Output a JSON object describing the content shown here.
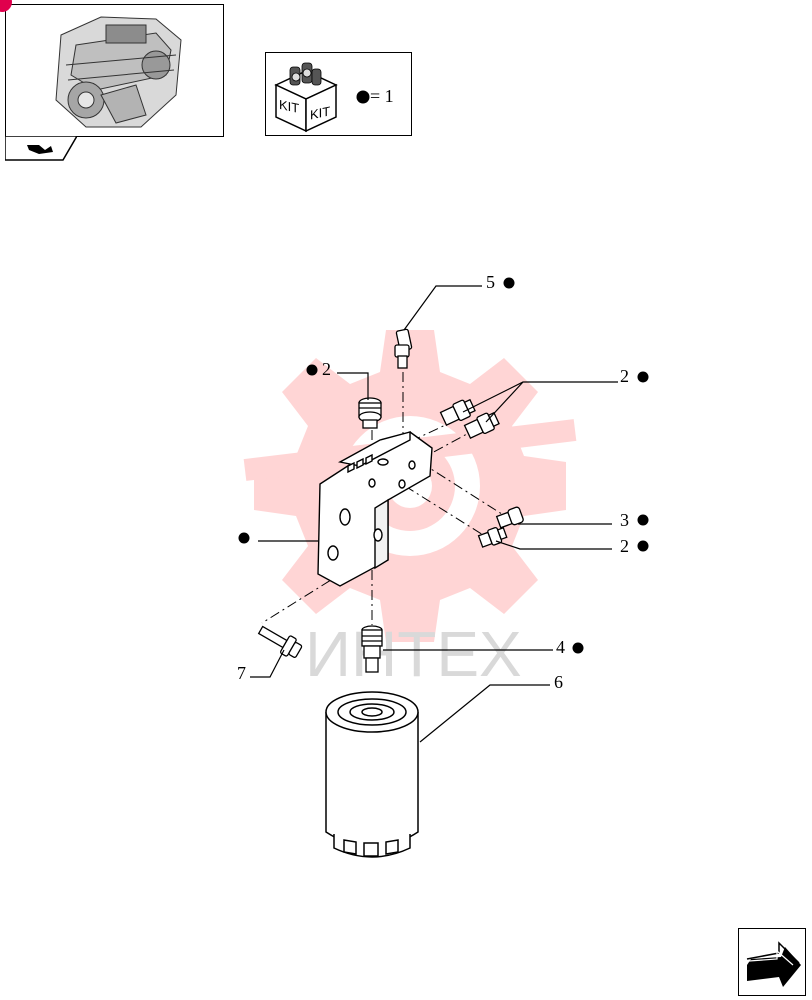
{
  "thumbnail": {
    "icon": "engine-assembly-icon",
    "tab_icon": "forward-arrow-icon"
  },
  "legend": {
    "kit_labels": [
      "KIT",
      "KIT"
    ],
    "text": "= 1"
  },
  "watermark": "ИНТЕХ",
  "callouts": [
    {
      "id": "c5",
      "label": "5"
    },
    {
      "id": "c2a",
      "label": "2"
    },
    {
      "id": "c2b",
      "label": "2"
    },
    {
      "id": "c3",
      "label": "3"
    },
    {
      "id": "c2c",
      "label": "2"
    },
    {
      "id": "c4",
      "label": "4"
    },
    {
      "id": "c6",
      "label": "6"
    },
    {
      "id": "c7",
      "label": "7"
    }
  ],
  "nav": {
    "icon": "next-page-arrow-icon"
  },
  "colors": {
    "watermark": "#ffb3b3",
    "accent": "#e0004d",
    "line": "#000000"
  }
}
